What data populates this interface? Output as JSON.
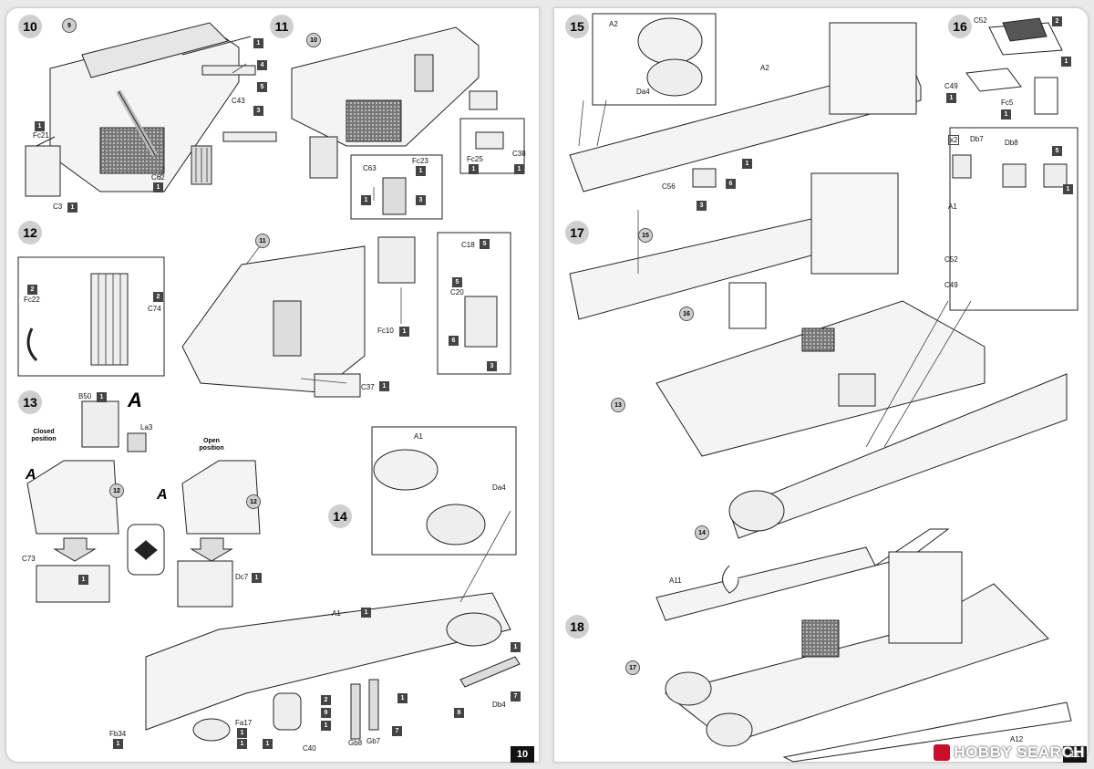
{
  "pages": [
    {
      "number": "10"
    },
    {
      "number": "11"
    }
  ],
  "steps": [
    "10",
    "11",
    "12",
    "13",
    "14",
    "15",
    "16",
    "17",
    "18"
  ],
  "step13": {
    "closed_position": "Closed position",
    "open_position": "Open position",
    "callout": "A"
  },
  "labels": {
    "fc21": "Fc21",
    "c3": "C3",
    "c62": "C62",
    "c43": "C43",
    "c63": "C63",
    "fc23": "Fc23",
    "fc25": "Fc25",
    "c38": "C38",
    "fc22": "Fc22",
    "c74": "C74",
    "fc10": "Fc10",
    "c18": "C18",
    "c20": "C20",
    "c37": "C37",
    "b50": "B50",
    "la3": "La3",
    "c73": "C73",
    "dc7": "Dc7",
    "a1": "A1",
    "da4": "Da4",
    "fb34": "Fb34",
    "fa17": "Fa17",
    "c40": "C40",
    "gb8": "Gb8",
    "gb7": "Gb7",
    "db4": "Db4",
    "a2": "A2",
    "da4r": "Da4",
    "c56": "C56",
    "c52": "C52",
    "c49": "C49",
    "fc5": "Fc5",
    "db7": "Db7",
    "db8": "Db8",
    "a1r": "A1",
    "c52r": "C52",
    "c49r": "C49",
    "a11": "A11",
    "a12": "A12"
  },
  "step_refs": {
    "r9": "9",
    "r10": "10",
    "r11": "11",
    "r12a": "12",
    "r12b": "12",
    "r15": "15",
    "r16": "16",
    "r13": "13",
    "r14": "14",
    "r17": "17"
  },
  "qty": {
    "q1": "1",
    "q2": "4",
    "q3": "5",
    "q4": "3",
    "q5": "1",
    "q6": "1",
    "q7": "1",
    "q8": "1",
    "q9": "1",
    "q10": "3",
    "q11": "1",
    "q12": "1",
    "q13": "2",
    "q14": "2",
    "q15": "1",
    "q16": "1",
    "q17": "5",
    "q18": "5",
    "q19": "6",
    "q20": "3",
    "q21": "1",
    "q22": "1",
    "q23": "1",
    "q24": "1",
    "q25": "2",
    "q26": "9",
    "q27": "1",
    "q28": "1",
    "q29": "1",
    "q30": "1",
    "q31": "1",
    "q32": "1",
    "q33": "7",
    "q34": "1",
    "q35": "7",
    "q36": "8",
    "q37": "1",
    "q38": "6",
    "q39": "3",
    "q40": "2",
    "q41": "1",
    "q42": "1",
    "q43": "1",
    "q44": "5",
    "q45": "1"
  },
  "small_mark": "x2",
  "watermark": "HOBBY SEARCH",
  "colors": {
    "badge": "#444444",
    "step_circle": "#cfcfcf",
    "line": "#222222",
    "brand": "#c8102e"
  }
}
